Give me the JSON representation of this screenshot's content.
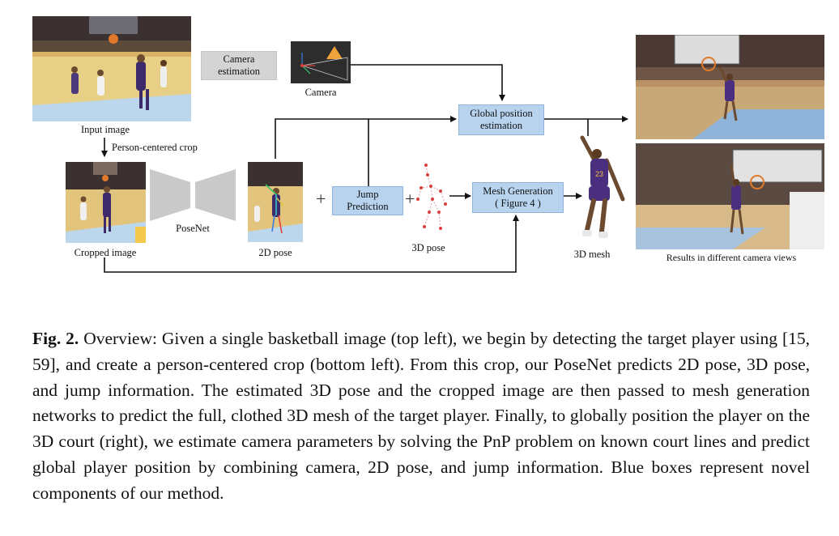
{
  "figure": {
    "labels": {
      "input_image": "Input image",
      "person_centered_crop": "Person-centered crop",
      "cropped_image": "Cropped image",
      "posenet": "PoseNet",
      "pose2d": "2D pose",
      "pose3d": "3D pose",
      "mesh3d": "3D mesh",
      "camera": "Camera",
      "results": "Results in different camera views"
    },
    "boxes": {
      "camera_estimation": [
        "Camera",
        "estimation"
      ],
      "global_position": [
        "Global position",
        "estimation"
      ],
      "jump_prediction": [
        "Jump",
        "Prediction"
      ],
      "mesh_generation": [
        "Mesh Generation",
        "( Figure 4 )"
      ]
    },
    "plus_sign": "+",
    "colors": {
      "novel_component_box": "#b7d3ee",
      "component_box": "#d4d4d4",
      "posenet_shape": "#c9c9c9",
      "arrow": "#111111"
    }
  },
  "caption": {
    "label": "Fig. 2.",
    "text": "Overview: Given a single basketball image (top left), we begin by detecting the target player using [15, 59], and create a person-centered crop (bottom left). From this crop, our PoseNet predicts 2D pose, 3D pose, and jump information. The estimated 3D pose and the cropped image are then passed to mesh generation networks to predict the full, clothed 3D mesh of the target player. Finally, to globally position the player on the 3D court (right), we estimate camera parameters by solving the PnP problem on known court lines and predict global player position by combining camera, 2D pose, and jump information. Blue boxes represent novel components of our method."
  }
}
